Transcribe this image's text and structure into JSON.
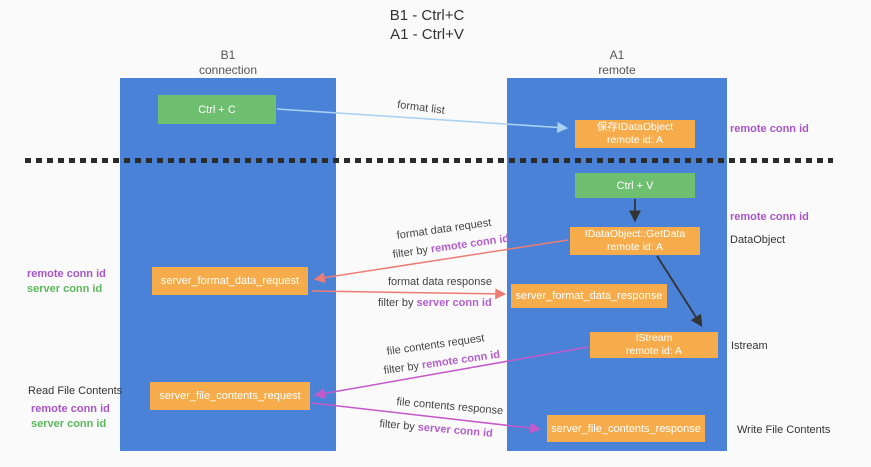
{
  "title": {
    "line1": "B1 - Ctrl+C",
    "line2": "A1 - Ctrl+V"
  },
  "columns": {
    "left": {
      "title": "B1",
      "subtitle": "connection"
    },
    "right": {
      "title": "A1",
      "subtitle": "remote"
    }
  },
  "boxes": {
    "ctrl_c": "Ctrl + C",
    "save_idataobject": {
      "line1": "保存IDataObject",
      "line2": "remote id: A"
    },
    "ctrl_v": "Ctrl + V",
    "getdata": {
      "line1": "IDataObject::GetData",
      "line2": "remote id: A"
    },
    "format_request": "server_format_data_request",
    "format_response": "server_format_data_response",
    "istream": {
      "line1": "IStream",
      "line2": "remote id: A"
    },
    "file_request": "server_file_contents_request",
    "file_response": "server_file_contents_response"
  },
  "side_labels": {
    "remote_conn_id_top_right": "remote conn id",
    "remote_conn_id_mid_right": "remote conn id",
    "dataobject": "DataObject",
    "istream": "Istream",
    "write_file_contents": "Write File Contents",
    "read_file_contents": "Read File Contents",
    "remote_conn_id_left_mid": "remote conn id",
    "server_conn_id_left_mid": "server conn id",
    "remote_conn_id_left_bottom": "remote conn id",
    "server_conn_id_left_bottom": "server conn id"
  },
  "arrow_labels": {
    "format_list": "format list",
    "format_request_line": "format data request",
    "format_request_filter": {
      "prefix": "filter by",
      "key": "remote conn id"
    },
    "format_response_line": "format data response",
    "format_response_filter": {
      "prefix": "filter by",
      "key": "server conn id"
    },
    "file_request_line": "file contents request",
    "file_request_filter": {
      "prefix": "filter by",
      "key": "remote conn id"
    },
    "file_response_line": "file contents response",
    "file_response_filter": {
      "prefix": "filter by",
      "key": "server conn id"
    }
  },
  "colors": {
    "column_blue": "#4a82d8",
    "box_orange": "#f7ac4b",
    "box_green": "#6fbf70",
    "arrow_lightblue": "#a8d2f0",
    "arrow_salmon": "#ed7d74",
    "arrow_magenta": "#c45ac9",
    "arrow_black": "#333333",
    "label_purple": "#a855c8",
    "label_green": "#5cb85c"
  }
}
